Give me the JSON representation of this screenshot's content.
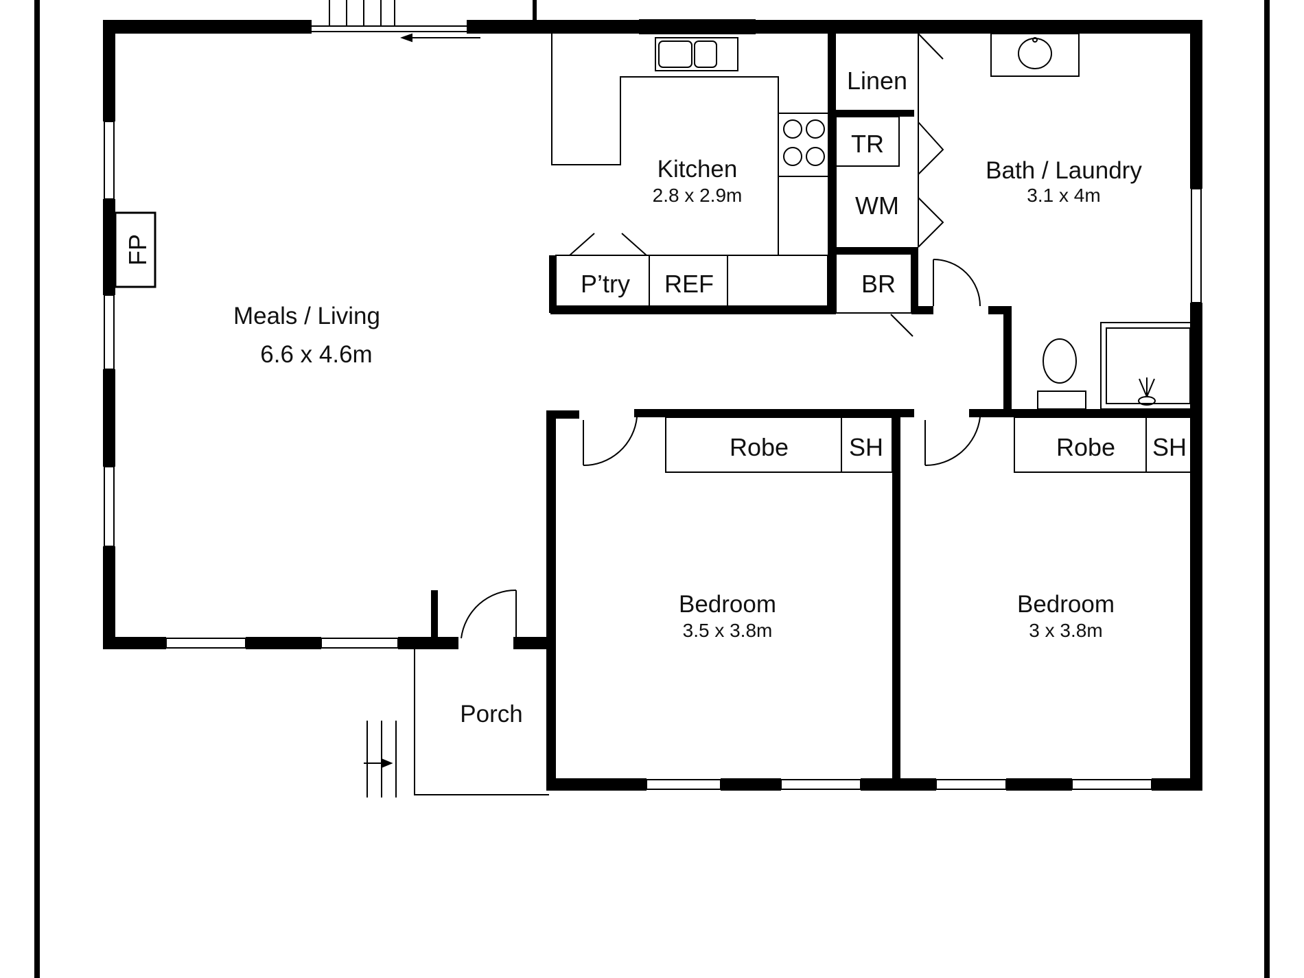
{
  "colors": {
    "wall": "#000000",
    "background": "#ffffff",
    "text": "#111111"
  },
  "rooms": {
    "meals_living": {
      "name": "Meals / Living",
      "dims": "6.6 x 4.6m"
    },
    "kitchen": {
      "name": "Kitchen",
      "dims": "2.8 x 2.9m"
    },
    "bath_laundry": {
      "name": "Bath / Laundry",
      "dims": "3.1 x 4m"
    },
    "bedroom_1": {
      "name": "Bedroom",
      "dims": "3.5 x 3.8m"
    },
    "bedroom_2": {
      "name": "Bedroom",
      "dims": "3 x 3.8m"
    },
    "porch": {
      "name": "Porch"
    }
  },
  "fixtures": {
    "fp": "FP",
    "linen": "Linen",
    "tr": "TR",
    "wm": "WM",
    "br": "BR",
    "pantry": "P’try",
    "ref": "REF",
    "robe_1": "Robe",
    "sh_1": "SH",
    "robe_2": "Robe",
    "sh_2": "SH"
  }
}
